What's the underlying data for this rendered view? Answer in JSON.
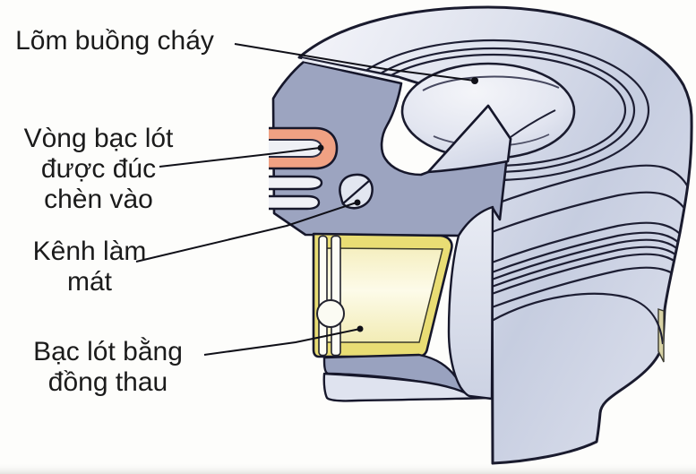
{
  "diagram": {
    "subject": "piston-cutaway",
    "labels": {
      "combustion_recess": "Lõm buồng cháy",
      "ring_carrier": "Vòng bạc lót\nđược đúc\nchèn vào",
      "cooling_channel": "Kênh làm\nmát",
      "brass_bushing": "Bạc lót bằng\nđồng thau"
    },
    "colors": {
      "outline": "#1a1b2e",
      "cut_face": "#9ca4c0",
      "ring_carrier_orange": "#f0a183",
      "bushing_yellow": "#e9dd74",
      "bushing_pale": "#fbf7dc",
      "body_light": "#eef0f7",
      "body_shade": "#c2c9dd",
      "leader_line": "#101018"
    }
  }
}
